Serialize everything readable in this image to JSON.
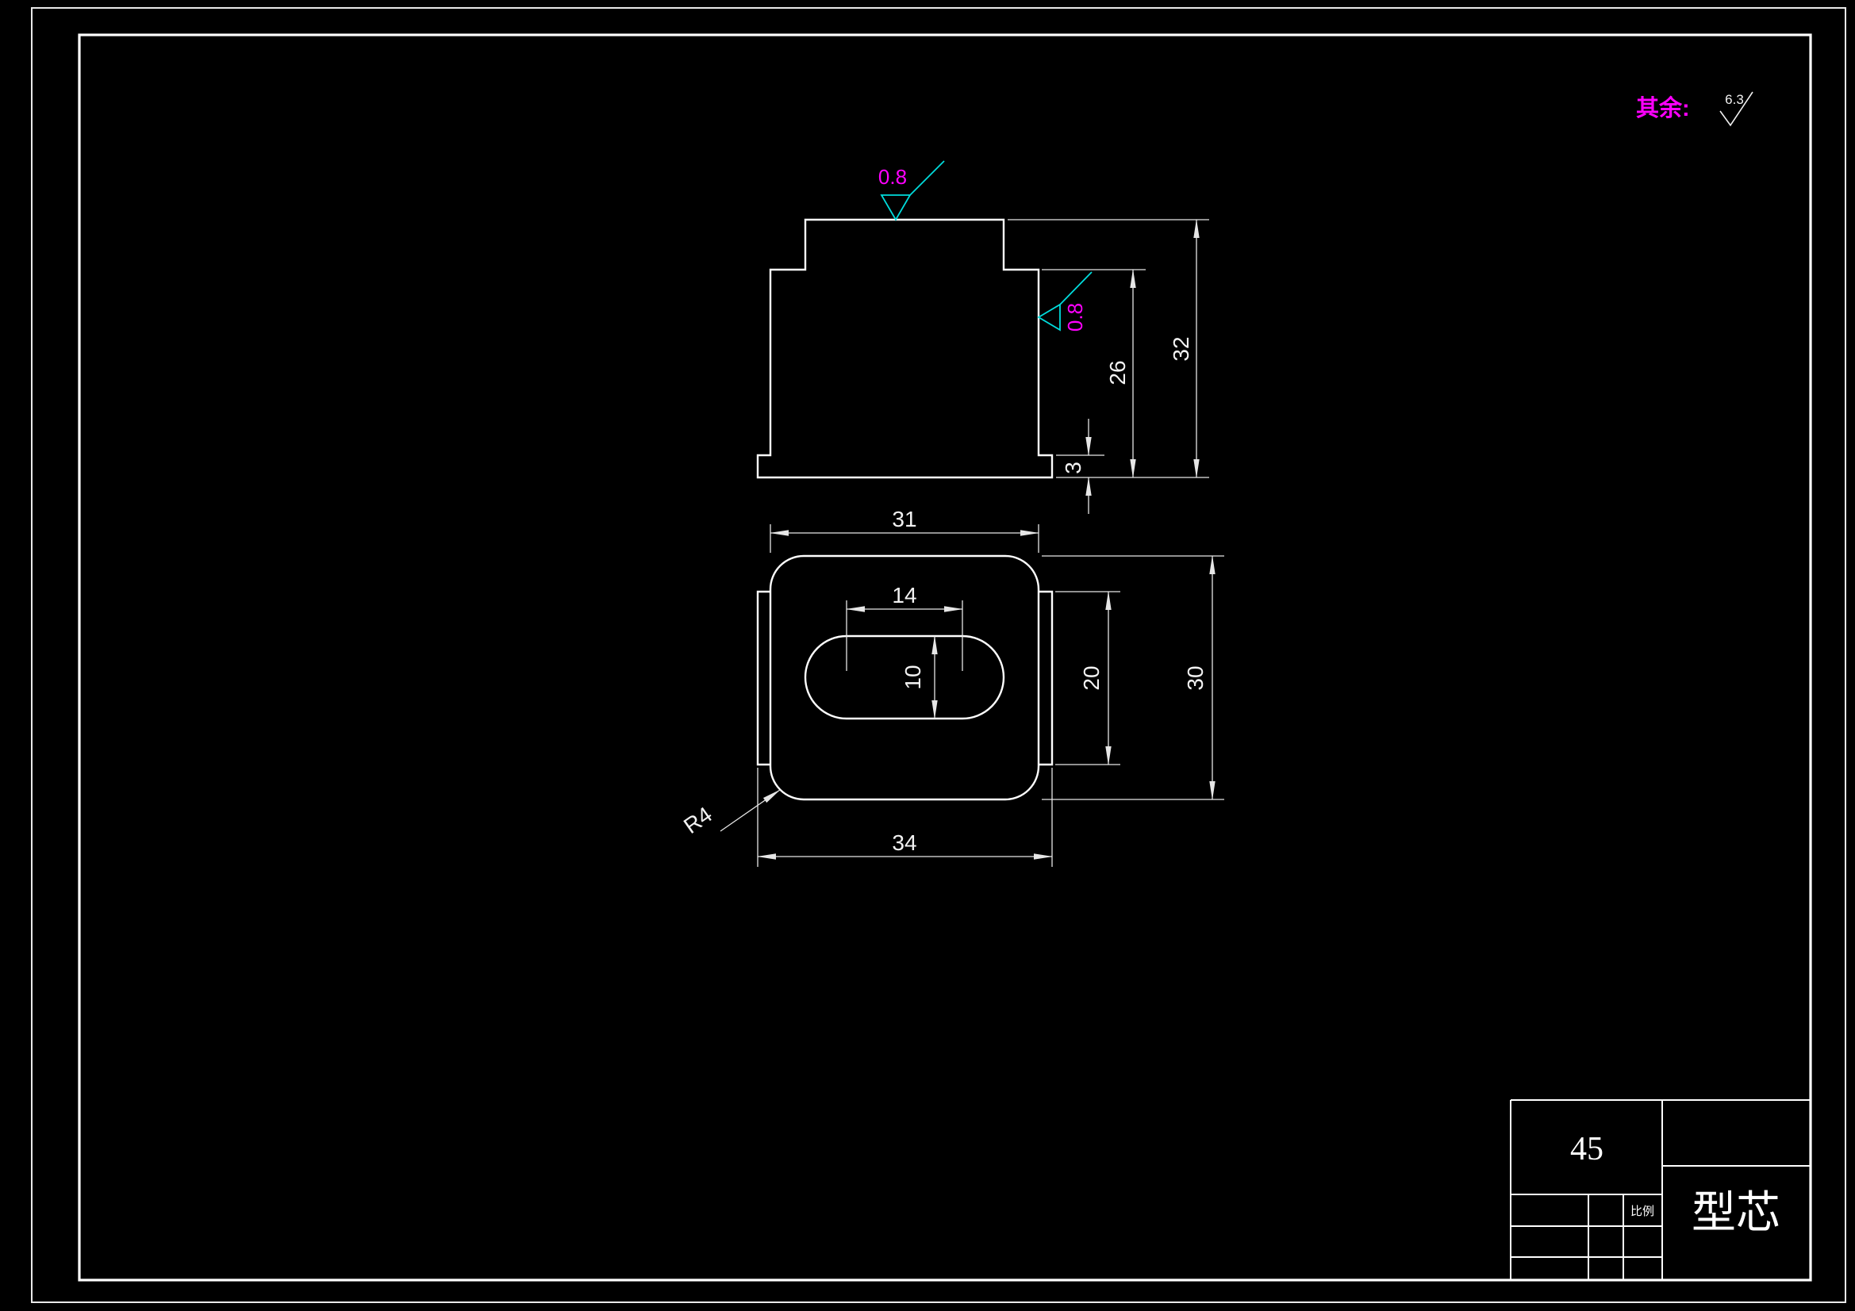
{
  "note": {
    "prefix": "其余:",
    "value": "6.3"
  },
  "front_view": {
    "roughness_top": "0.8",
    "roughness_side": "0.8",
    "dims": {
      "total_height": "32",
      "body_height": "26",
      "flange_thickness": "3"
    }
  },
  "top_view": {
    "dims": {
      "body_width": "31",
      "slot_length": "14",
      "slot_width": "10",
      "tab_height": "20",
      "body_height": "30",
      "overall_width": "34",
      "corner_radius": "R4"
    }
  },
  "title_block": {
    "material": "45",
    "part_name": "型芯",
    "scale_label": "比例"
  },
  "colors": {
    "background": "#000000",
    "object_line": "#ffffff",
    "dimension_line": "#e6e6e6",
    "roughness_symbol": "#00dcdc",
    "roughness_text": "#ff00ff",
    "note_text": "#ff00ff"
  }
}
